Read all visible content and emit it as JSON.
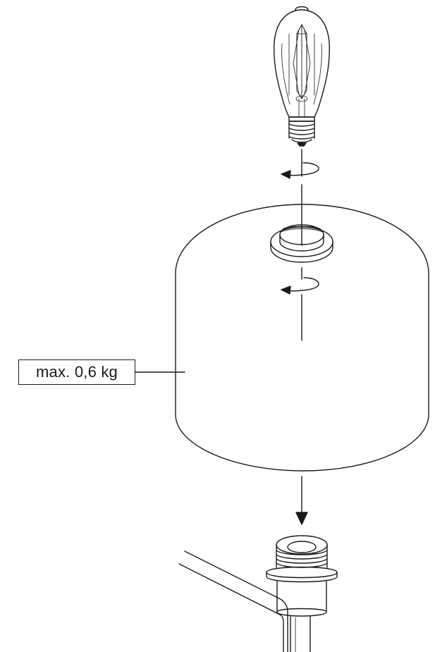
{
  "diagram": {
    "weight_label": "max. 0,6 kg",
    "parts": {
      "bulb": "edison-filament-bulb",
      "shade": "cylinder-lamp-shade",
      "socket": "lamp-socket",
      "cord": "power-cord"
    },
    "steps": [
      {
        "action": "rotate-counterclockwise",
        "target": "bulb"
      },
      {
        "action": "rotate-counterclockwise",
        "target": "shade-ring"
      },
      {
        "action": "move-down",
        "target": "shade"
      }
    ],
    "line_color": "#1a1a1a",
    "background_color": "#ffffff"
  }
}
